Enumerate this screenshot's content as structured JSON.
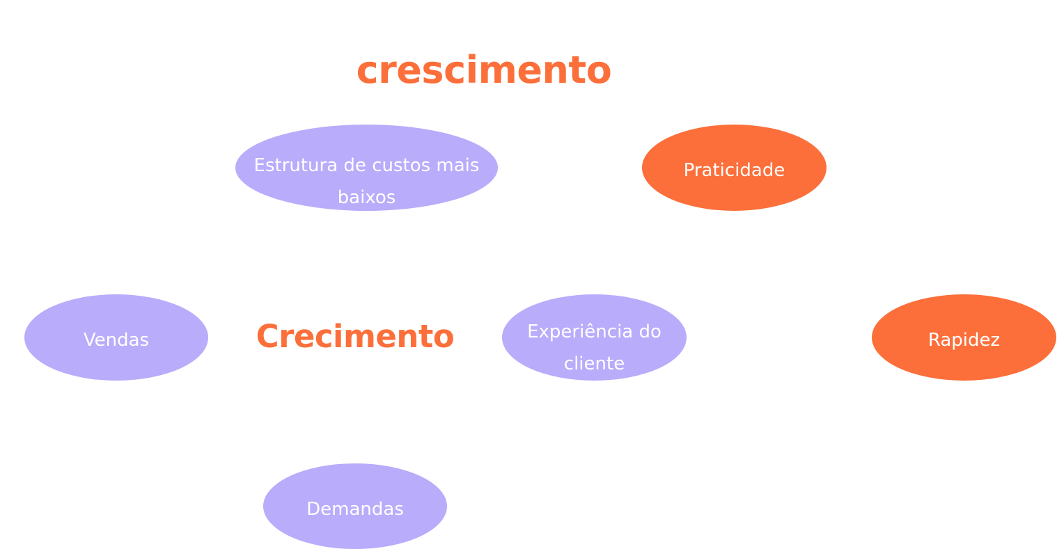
{
  "titles": {
    "top": "crescimento",
    "center": "Crecimento"
  },
  "nodes": {
    "custos": "Estrutura de custos mais baixos",
    "praticidade": "Praticidade",
    "vendas": "Vendas",
    "experiencia": "Experiência do cliente",
    "rapidez": "Rapidez",
    "demandas": "Demandas"
  },
  "colors": {
    "accent": "#fc6f3a",
    "lavender": "#b8acfb",
    "node_text": "#ffffff",
    "background": "#ffffff"
  }
}
